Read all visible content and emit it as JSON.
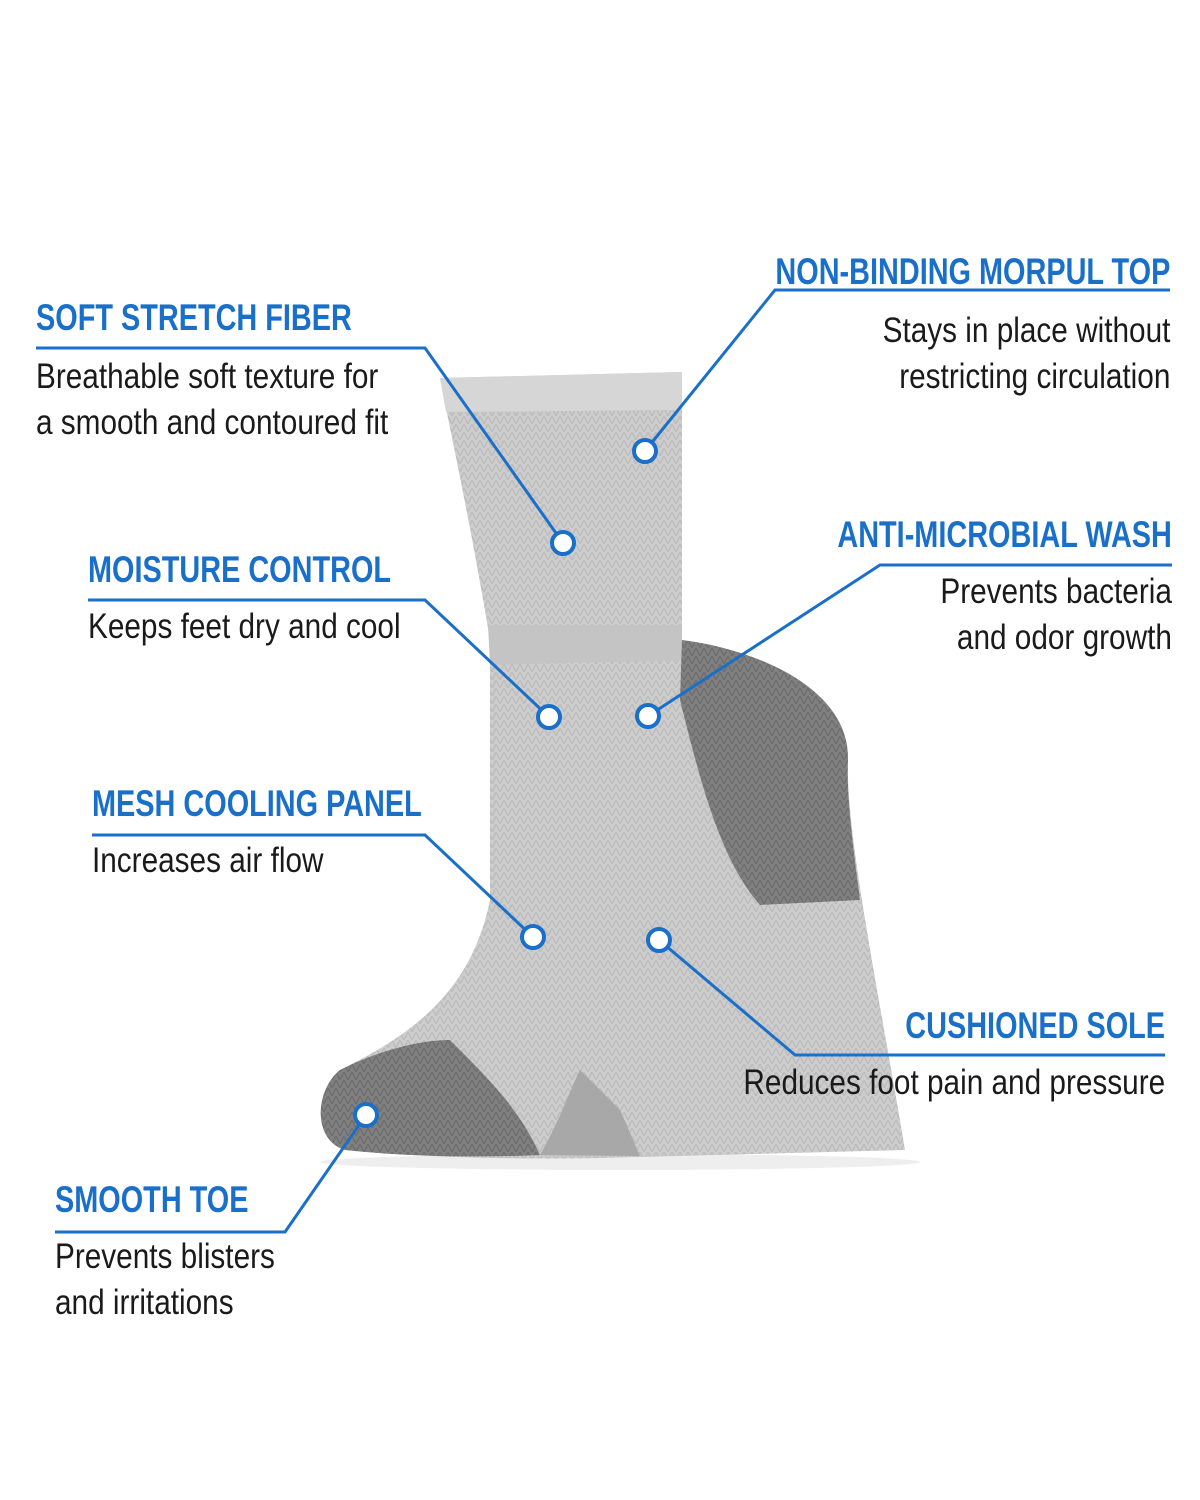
{
  "colors": {
    "accent": "#1a6fc9",
    "sock_light": "#c9c9c9",
    "sock_dark": "#7d7d7d",
    "text": "#1a1a1a"
  },
  "callouts": [
    {
      "title": "SOFT STRETCH FIBER",
      "desc": [
        "Breathable soft texture for",
        "a smooth and contoured fit"
      ]
    },
    {
      "title": "MOISTURE CONTROL",
      "desc": [
        "Keeps feet dry and cool"
      ]
    },
    {
      "title": "MESH COOLING PANEL",
      "desc": [
        "Increases air flow"
      ]
    },
    {
      "title": "SMOOTH TOE",
      "desc": [
        "Prevents blisters",
        "and irritations"
      ]
    },
    {
      "title": "NON-BINDING MORPUL TOP",
      "desc": [
        "Stays in place without",
        "restricting circulation"
      ]
    },
    {
      "title": "ANTI-MICROBIAL WASH",
      "desc": [
        "Prevents bacteria",
        "and odor growth"
      ]
    },
    {
      "title": "CUSHIONED SOLE",
      "desc": [
        "Reduces foot pain and pressure"
      ]
    }
  ]
}
